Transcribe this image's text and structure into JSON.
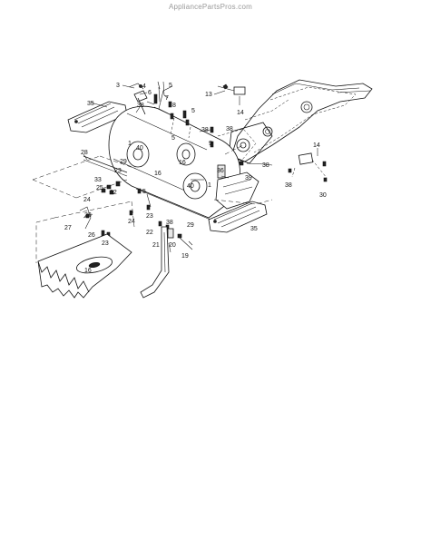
{
  "watermark": "AppliancePartsPros.com",
  "callouts": {
    "c3": "3",
    "c4": "4",
    "c5a": "5",
    "c6": "6",
    "c7": "7",
    "c8": "8",
    "c35a": "35",
    "c38a": "38",
    "c1a": "1",
    "c40a": "40",
    "c16a": "16",
    "c29a": "29",
    "c28": "28",
    "c5b": "5",
    "c5c": "5",
    "c38b": "38",
    "c9": "9",
    "c16b": "16",
    "c36": "36",
    "c13": "13",
    "c14a": "14",
    "c38c": "38",
    "c38d": "38",
    "c14b": "14",
    "c38e": "38",
    "c30": "30",
    "c33": "33",
    "c23a": "23",
    "c25": "25",
    "c32": "32",
    "c24a": "24",
    "c24b": "24",
    "c23b": "23",
    "c5d": "5",
    "c40b": "40",
    "c1b": "1",
    "c39": "39",
    "c29b": "29",
    "c35b": "35",
    "c23c": "23",
    "c27": "27",
    "c26": "26",
    "c23d": "23",
    "c22": "22",
    "c38f": "38",
    "c21": "21",
    "c20": "20",
    "c19": "19",
    "c16c": "16"
  }
}
